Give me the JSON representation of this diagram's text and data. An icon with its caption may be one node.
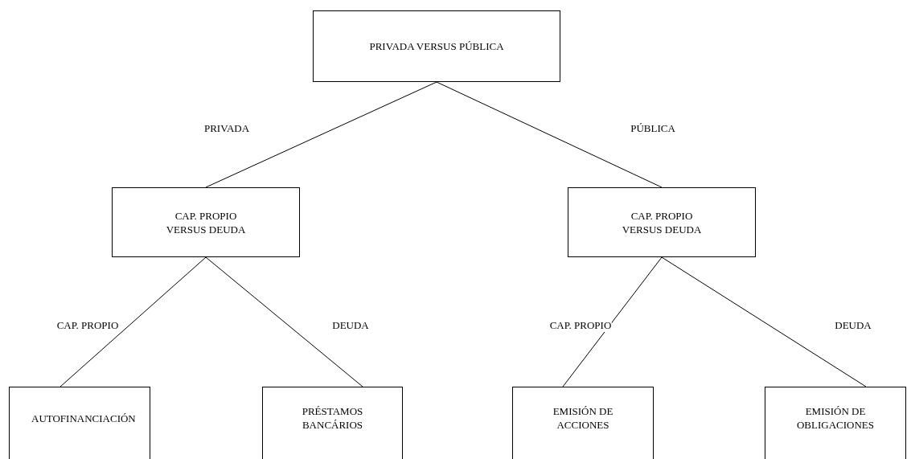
{
  "diagram": {
    "nodes": [
      {
        "text": [
          "PRIVADA VERSUS PÚBLICA"
        ]
      },
      {
        "text": [
          "CAP. PROPIO VERSUS DEUDA"
        ]
      },
      {
        "text": [
          "CAP. PROPIO VERSUS DEUDA"
        ]
      },
      {
        "text": [
          "AUTOFINANCIACIÓN"
        ]
      },
      {
        "text": [
          "PRÉSTAMOS BANCÁRIOS"
        ]
      },
      {
        "text": [
          "EMISIÓN DE ACCIONES"
        ]
      },
      {
        "text": [
          "EMISIÓN DE OBLIGACIONES"
        ]
      }
    ],
    "edges": [
      {
        "from": 0,
        "to": 1,
        "arrow": "none",
        "label": "PRIVADA"
      },
      {
        "from": 0,
        "to": 2,
        "arrow": "none",
        "label": "PÚBLICA"
      },
      {
        "from": 1,
        "to": 3,
        "arrow": "none",
        "label": "CAP. PROPIO"
      },
      {
        "from": 1,
        "to": 4,
        "arrow": "none",
        "label": "DEUDA"
      },
      {
        "from": 2,
        "to": 5,
        "arrow": "none",
        "label": "CAP. PROPIO"
      },
      {
        "from": 2,
        "to": 6,
        "arrow": "none",
        "label": "DEUDA"
      }
    ]
  }
}
